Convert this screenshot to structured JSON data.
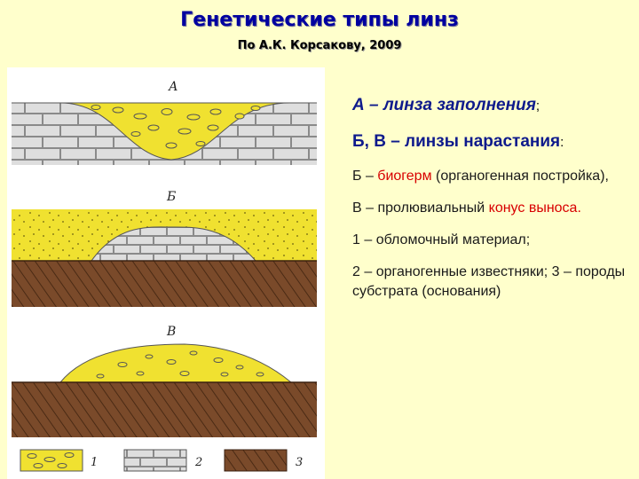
{
  "header": {
    "title": "Генетические типы линз",
    "subtitle": "По А.К. Корсакову, 2009"
  },
  "figure": {
    "panel_labels": [
      "А",
      "Б",
      "В"
    ],
    "legend_labels": [
      "1",
      "2",
      "3"
    ],
    "colors": {
      "lens_fill": "#f0e130",
      "limestone": "#dcdcdc",
      "substrate": "#7a4a2a",
      "outline": "#555555"
    }
  },
  "legend_text": {
    "a_label": "А – линза заполнения",
    "a_sep": ";",
    "b_label": "Б, В – линзы нарастания",
    "b_sep": ":",
    "b_desc_prefix": "Б – ",
    "b_desc_term": "биогерм",
    "b_desc_suffix": " (органогенная постройка),",
    "v_desc_prefix": "В – пролювиальный  ",
    "v_desc_term": "конус выноса.",
    "item1": "1 – обломочный материал;",
    "item2": "2 – органогенные известняки; 3 – породы субстрата (основания)"
  }
}
